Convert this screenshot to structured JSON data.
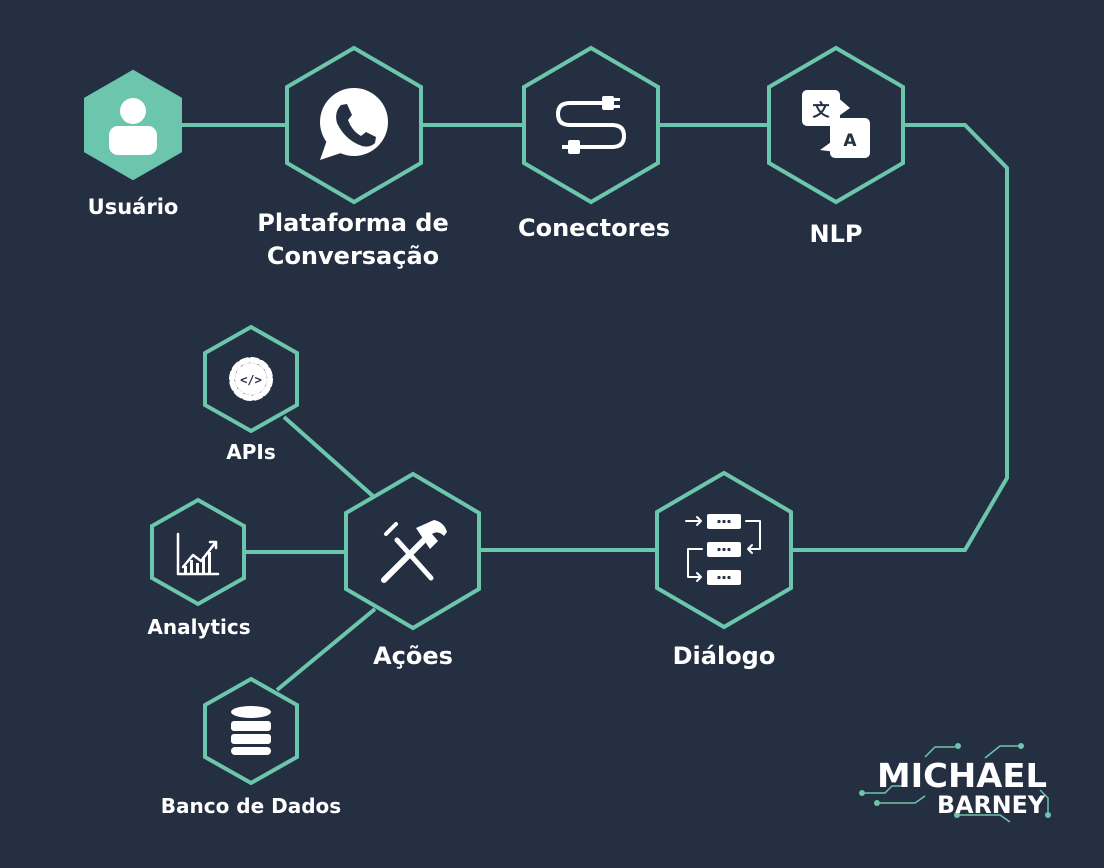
{
  "colors": {
    "background": "#252f42",
    "accent": "#6bc6ad",
    "text": "#ffffff"
  },
  "nodes": {
    "usuario": {
      "label": "Usuário",
      "icon": "user-icon"
    },
    "plataforma": {
      "label_line1": "Plataforma de",
      "label_line2": "Conversação",
      "icon": "whatsapp-icon"
    },
    "conectores": {
      "label": "Conectores",
      "icon": "connector-cable-icon"
    },
    "nlp": {
      "label": "NLP",
      "icon": "translate-icon"
    },
    "dialogo": {
      "label": "Diálogo",
      "icon": "flow-icon"
    },
    "acoes": {
      "label": "Ações",
      "icon": "tools-icon"
    },
    "apis": {
      "label": "APIs",
      "icon": "code-gear-icon"
    },
    "analytics": {
      "label": "Analytics",
      "icon": "chart-icon"
    },
    "banco": {
      "label": "Banco de Dados",
      "icon": "database-icon"
    }
  },
  "icon_glyphs": {
    "translate_source": "文",
    "translate_target": "A",
    "code": "</>"
  },
  "logo": {
    "line1": "MICHAEL",
    "line2": "BARNEY"
  }
}
